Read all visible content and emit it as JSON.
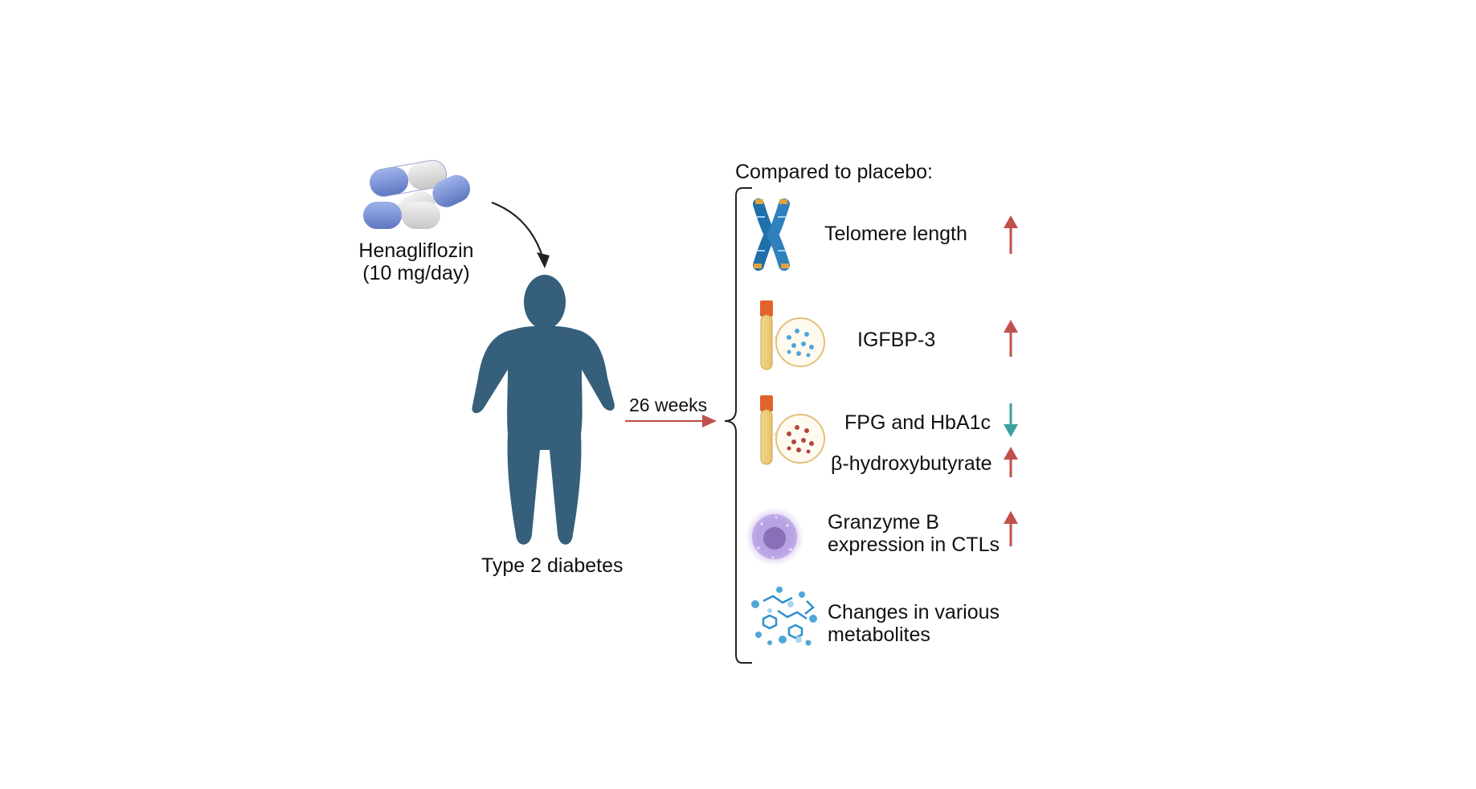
{
  "drug": {
    "name": "Henagliflozin",
    "dose": "(10 mg/day)"
  },
  "patient": {
    "label": "Type 2 diabetes"
  },
  "duration": {
    "label": "26 weeks"
  },
  "comparison": {
    "heading": "Compared to placebo:",
    "items": [
      {
        "label": "Telomere length",
        "icon": "chromosome-icon",
        "direction": "up"
      },
      {
        "label": "IGFBP-3",
        "icon": "blood-tube-icon",
        "direction": "up"
      },
      {
        "label": "FPG and HbA1c",
        "icon": "blood-tube-icon",
        "direction": "down"
      },
      {
        "label": "β-hydroxybutyrate",
        "icon": "blood-tube-icon",
        "direction": "up"
      },
      {
        "label_line1": "Granzyme B",
        "label_line2": "expression in CTLs",
        "icon": "cell-icon",
        "direction": "up"
      },
      {
        "label_line1": "Changes in various",
        "label_line2": "metabolites",
        "icon": "metabolites-icon",
        "direction": "none"
      }
    ]
  },
  "colors": {
    "person": "#355f7a",
    "arrow_up": "#c0504d",
    "arrow_down": "#3aa0a0",
    "pill_blue": "#7f95d9",
    "pill_white": "#e0e0e0",
    "chromosome": "#2f80bd",
    "tube_cap": "#e3622a",
    "cell": "#9d84c9"
  }
}
